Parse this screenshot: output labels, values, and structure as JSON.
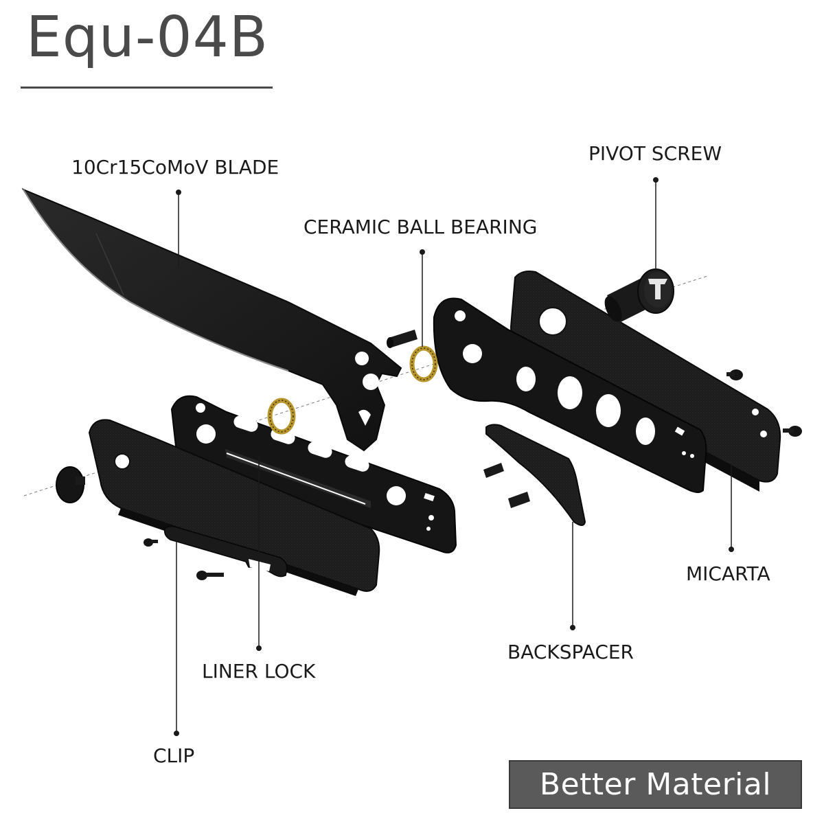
{
  "title": "Equ-04B",
  "badge": "Better Material",
  "labels": {
    "blade": "10Cr15CoMoV BLADE",
    "pivot_screw": "PIVOT SCREW",
    "bearing": "CERAMIC BALL BEARING",
    "micarta": "MICARTA",
    "backspacer": "BACKSPACER",
    "liner_lock": "LINER LOCK",
    "clip": "CLIP"
  },
  "colors": {
    "part_dark": "#141414",
    "part_mid": "#2a2a2a",
    "bearing_gold": "#b8962e",
    "text": "#1a1a1a",
    "title": "#4a4a4a",
    "badge_bg": "#5a5a5a"
  },
  "logo_icon": "brand-logo-icon"
}
